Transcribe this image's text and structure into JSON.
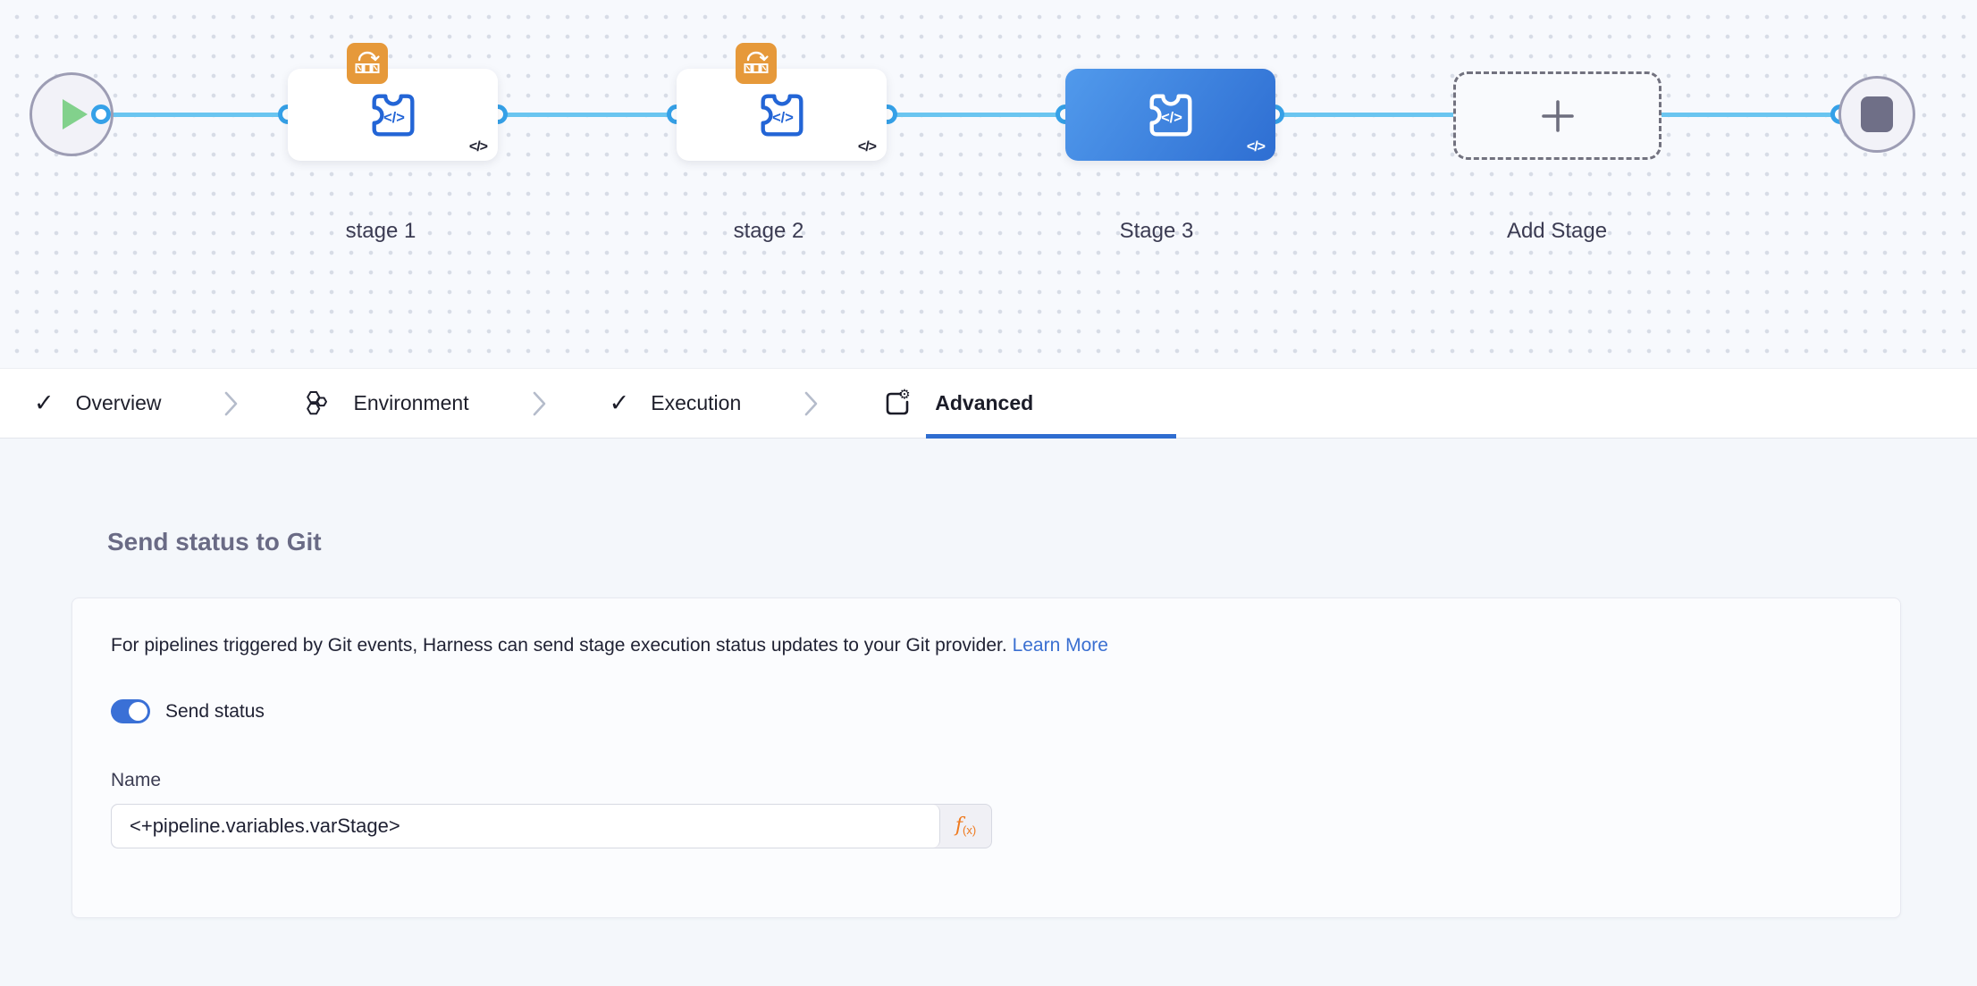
{
  "pipeline_canvas": {
    "start_node": {
      "icon": "play-icon"
    },
    "end_node": {
      "icon": "stop-icon"
    },
    "stages": [
      {
        "label": "stage 1",
        "selected": false,
        "badge": "chained-pipeline-badge",
        "icon": "custom-stage-puzzle-icon"
      },
      {
        "label": "stage 2",
        "selected": false,
        "badge": "chained-pipeline-badge",
        "icon": "custom-stage-puzzle-icon"
      },
      {
        "label": "Stage 3",
        "selected": true,
        "badge": null,
        "icon": "custom-stage-puzzle-icon"
      }
    ],
    "add_stage": {
      "label": "Add Stage",
      "icon": "plus-icon"
    },
    "stage_code_glyph": "</>",
    "connector_color": "#6ac5f0",
    "port_ring_color": "#35a1e8",
    "selected_stage_color": "#3b82e0",
    "badge_color": "#e6993a"
  },
  "tab_bar": {
    "check_glyph": "✓",
    "tabs": [
      {
        "label": "Overview",
        "icon": "check-icon",
        "active": false
      },
      {
        "label": "Environment",
        "icon": "environment-icon",
        "active": false
      },
      {
        "label": "Execution",
        "icon": "check-icon",
        "active": false
      },
      {
        "label": "Advanced",
        "icon": "advanced-gear-icon",
        "active": true
      }
    ],
    "active_underline_color": "#2f6dd0"
  },
  "panel": {
    "heading": "Send status to Git",
    "description": "For pipelines triggered by Git events, Harness can send stage execution status updates to your Git provider.",
    "link_label": "Learn More",
    "toggle_label": "Send status",
    "toggle_state": "on",
    "name_label": "Name",
    "name_value": "<+pipeline.variables.varStage>",
    "fx_f": "f",
    "fx_sub": "(x)",
    "fx_color": "#ef7a1e",
    "toggle_color": "#3a70d6",
    "link_color": "#3a6fd1"
  }
}
